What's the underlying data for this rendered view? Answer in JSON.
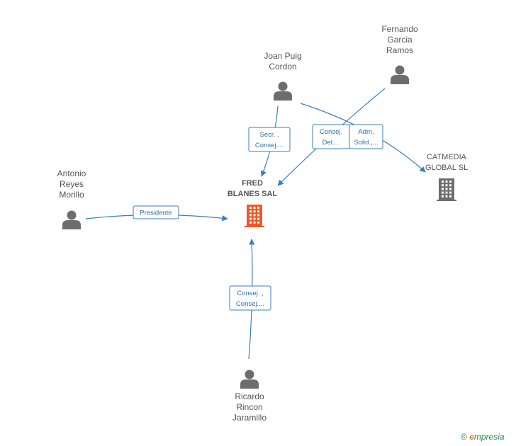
{
  "diagram": {
    "colors": {
      "edge": "#3b7dc4",
      "person": "#6d6d6d",
      "company_main": "#f0562a",
      "company": "#6d6d6d"
    },
    "companies": [
      {
        "id": "fred",
        "name_lines": [
          "FRED",
          "BLANES SAL"
        ],
        "main": true,
        "icon": "building-icon"
      },
      {
        "id": "catmedia",
        "name_lines": [
          "CATMEDIA",
          "GLOBAL SL"
        ],
        "main": false,
        "icon": "building-icon"
      }
    ],
    "persons": [
      {
        "id": "joan",
        "name_lines": [
          "Joan Puig",
          "Cordon"
        ],
        "icon": "person-icon"
      },
      {
        "id": "fernando",
        "name_lines": [
          "Fernando",
          "Garcia",
          "Ramos"
        ],
        "icon": "person-icon"
      },
      {
        "id": "antonio",
        "name_lines": [
          "Antonio",
          "Reyes",
          "Morillo"
        ],
        "icon": "person-icon"
      },
      {
        "id": "ricardo",
        "name_lines": [
          "Ricardo",
          "Rincon",
          "Jaramillo"
        ],
        "icon": "person-icon"
      }
    ],
    "edges": [
      {
        "id": "joan-fred",
        "from": "joan",
        "to": "fred",
        "label_lines": [
          "Secr. ,",
          "Consej...."
        ]
      },
      {
        "id": "fernando-fred",
        "from": "fernando",
        "to": "fred",
        "label_lines": [
          "Consej.",
          "Del...."
        ]
      },
      {
        "id": "joan-catmedia",
        "from": "joan",
        "to": "catmedia",
        "label_lines": [
          "Adm.",
          "Solid.,..."
        ]
      },
      {
        "id": "antonio-fred",
        "from": "antonio",
        "to": "fred",
        "label_lines": [
          "Presidente"
        ]
      },
      {
        "id": "ricardo-fred",
        "from": "ricardo",
        "to": "fred",
        "label_lines": [
          "Consej. ,",
          "Consej...."
        ]
      }
    ]
  },
  "footer": {
    "copyright_symbol": "©",
    "brand_initial": "e",
    "brand_rest": "mpresia"
  }
}
